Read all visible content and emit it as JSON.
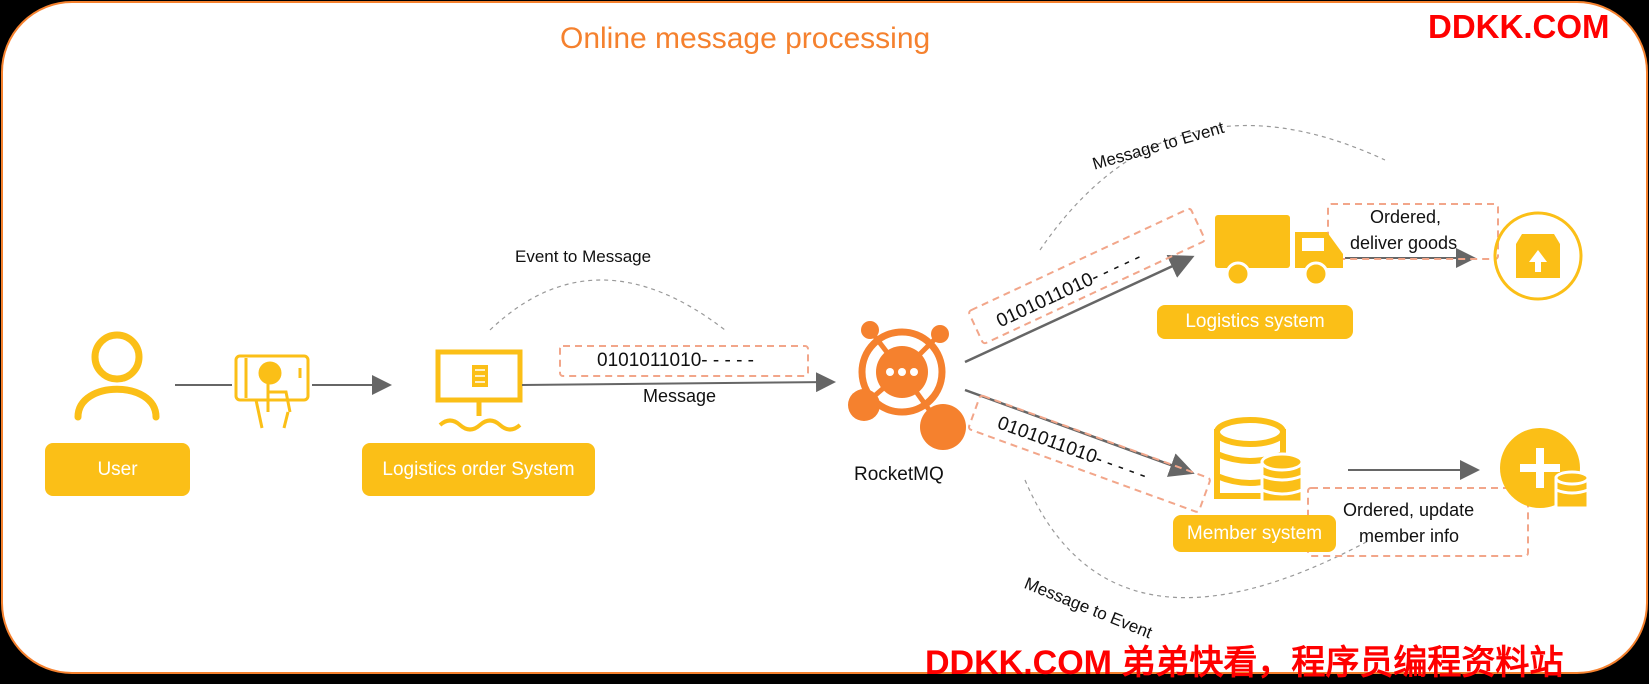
{
  "title": "Online message processing",
  "watermark_top": "DDKK.COM",
  "watermark_bottom": "DDKK.COM 弟弟快看，程序员编程资料站",
  "nodes": {
    "user": "User",
    "order_system": "Logistics order System",
    "rocketmq": "RocketMQ",
    "logistics_system": "Logistics system",
    "member_system": "Member system"
  },
  "edges": {
    "event_to_message": "Event to Message",
    "message": "Message",
    "message_to_event_top": "Message to Event",
    "message_to_event_bottom": "Message to Event"
  },
  "binary_payload": "0101011010- - - - -",
  "outcomes": {
    "ordered_deliver_line1": "Ordered,",
    "ordered_deliver_line2": "deliver goods",
    "ordered_update_line1": "Ordered, update",
    "ordered_update_line2": "member info"
  },
  "colors": {
    "accent": "#fbbf17",
    "orange": "#f5812e",
    "title": "#f5812e",
    "watermark": "#ff0000",
    "dashed": "#f2a68a"
  },
  "icons": [
    "user-icon",
    "tablet-touch-icon",
    "monitor-icon",
    "rocketmq-logo-icon",
    "truck-icon",
    "box-upload-icon",
    "database-icon",
    "add-database-icon"
  ]
}
